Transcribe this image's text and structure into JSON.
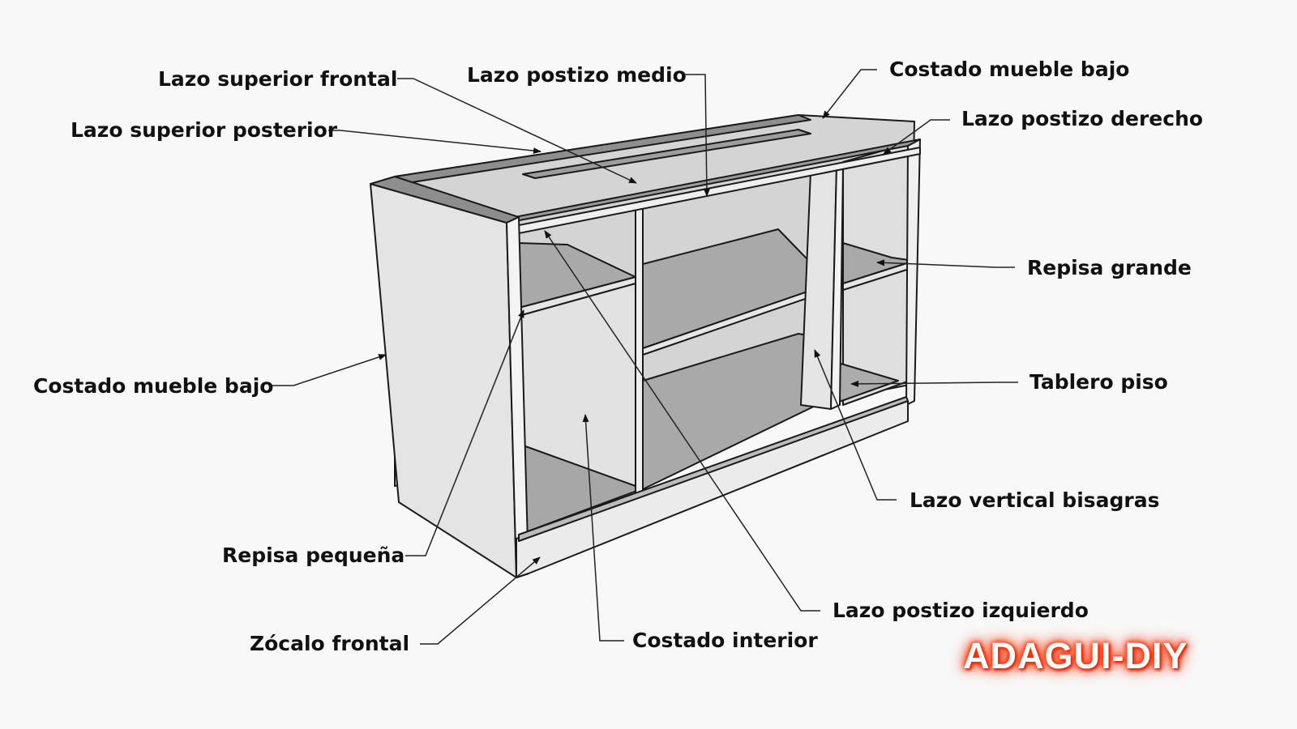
{
  "labels": {
    "lazo_superior_frontal": "Lazo superior frontal",
    "lazo_superior_posterior": "Lazo superior posterior",
    "lazo_postizo_medio": "Lazo postizo medio",
    "costado_mueble_bajo_top": "Costado mueble bajo",
    "lazo_postizo_derecho": "Lazo postizo derecho",
    "repisa_grande": "Repisa grande",
    "costado_mueble_bajo_left": "Costado mueble bajo",
    "tablero_piso": "Tablero piso",
    "lazo_vertical_bisagras": "Lazo vertical bisagras",
    "repisa_pequena": "Repisa pequeña",
    "lazo_postizo_izquierdo": "Lazo postizo izquierdo",
    "zocalo_frontal": "Zócalo  frontal",
    "costado_interior": "Costado interior"
  },
  "watermark": "ADAGUI-DIY",
  "colors": {
    "background": "#f8f8f8",
    "panel_light": "#e8e8e8",
    "panel_mid": "#d8d8d8",
    "panel_dark": "#a9a9a9",
    "edge": "#1a1a1a",
    "brand_glow": "#ff2a00"
  }
}
